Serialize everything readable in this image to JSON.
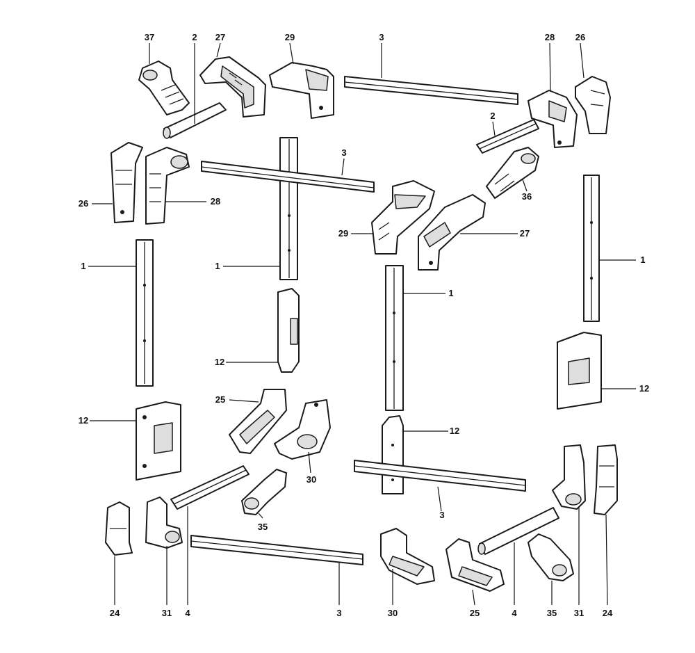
{
  "diagram": {
    "labels": {
      "p37": "37",
      "p2a": "2",
      "p27a": "27",
      "p29a": "29",
      "p3a": "3",
      "p28a": "28",
      "p26a": "26",
      "p2b": "2",
      "p36": "36",
      "p3b": "3",
      "p26b": "26",
      "p28b": "28",
      "p29b": "29",
      "p27b": "27",
      "p1a": "1",
      "p1b": "1",
      "p1c": "1",
      "p1d": "1",
      "p12a": "12",
      "p12b": "12",
      "p12c": "12",
      "p12d": "12",
      "p25a": "25",
      "p30a": "30",
      "p35a": "35",
      "p3c": "3",
      "p24a": "24",
      "p31a": "31",
      "p4a": "4",
      "p3d": "3",
      "p30b": "30",
      "p25b": "25",
      "p4b": "4",
      "p35b": "35",
      "p31b": "31",
      "p24b": "24"
    }
  }
}
